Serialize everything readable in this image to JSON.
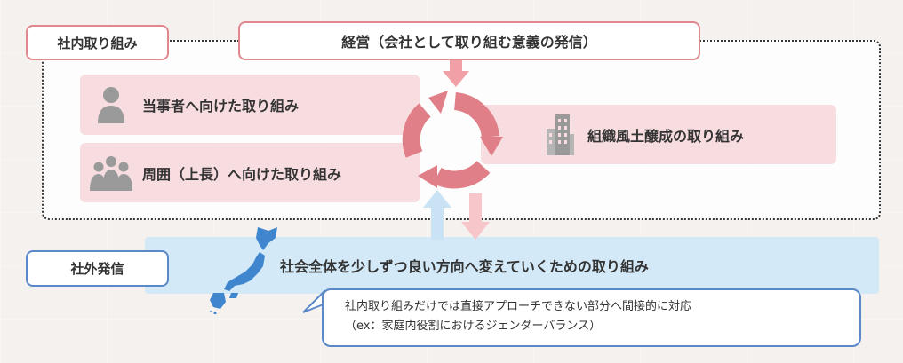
{
  "labels": {
    "internal": "社内取り組み",
    "external": "社外発信",
    "management": "経営（会社として取り組む意義の発信）"
  },
  "boxes": {
    "self": "当事者へ向けた取り組み",
    "boss": "周囲（上長）へ向けた取り組み",
    "culture": "組織風土醸成の取り組み"
  },
  "band": {
    "text": "社会全体を少しずつ良い方向へ変えていくための取り組み"
  },
  "callout": {
    "line1": "社内取り組みだけでは直接アプローチできない部分へ間接的に対応",
    "line2": "（ex：家庭内役割におけるジェンダーバランス）"
  },
  "icons": {
    "person": "person-icon",
    "group": "group-icon",
    "building": "building-icon",
    "cycle": "cycle-arrows-icon",
    "japan_map": "japan-map-icon"
  },
  "colors": {
    "pink_border": "#e0878f",
    "pink_fill": "#f8dde0",
    "cycle": "#e07f87",
    "blue_border": "#5a88c8",
    "blue_fill": "#d3e9f7",
    "map": "#3f86cf",
    "icon_gray": "#9a9a9a"
  }
}
